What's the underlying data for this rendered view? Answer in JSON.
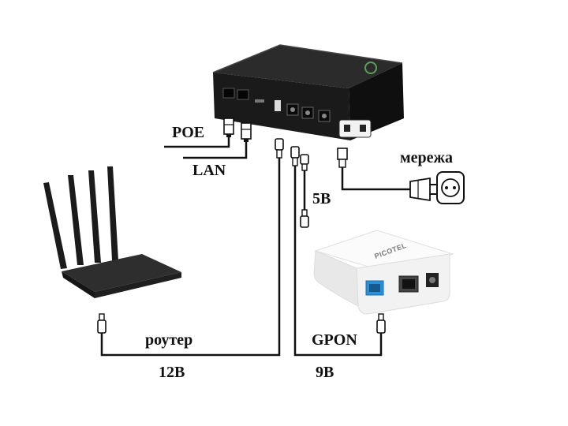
{
  "labels": {
    "poe": "POE",
    "lan": "LAN",
    "mains": "мережа",
    "v5": "5В",
    "router": "роутер",
    "gpon": "GPON",
    "v12": "12В",
    "v9": "9В"
  },
  "devices": {
    "ont_brand": "PICOTEL"
  },
  "colors": {
    "ups_body": "#1c1c1c",
    "router_body": "#2a2a2a",
    "ont_body": "#f4f4f4",
    "ont_port": "#2a8fd6",
    "cable": "#111111"
  }
}
